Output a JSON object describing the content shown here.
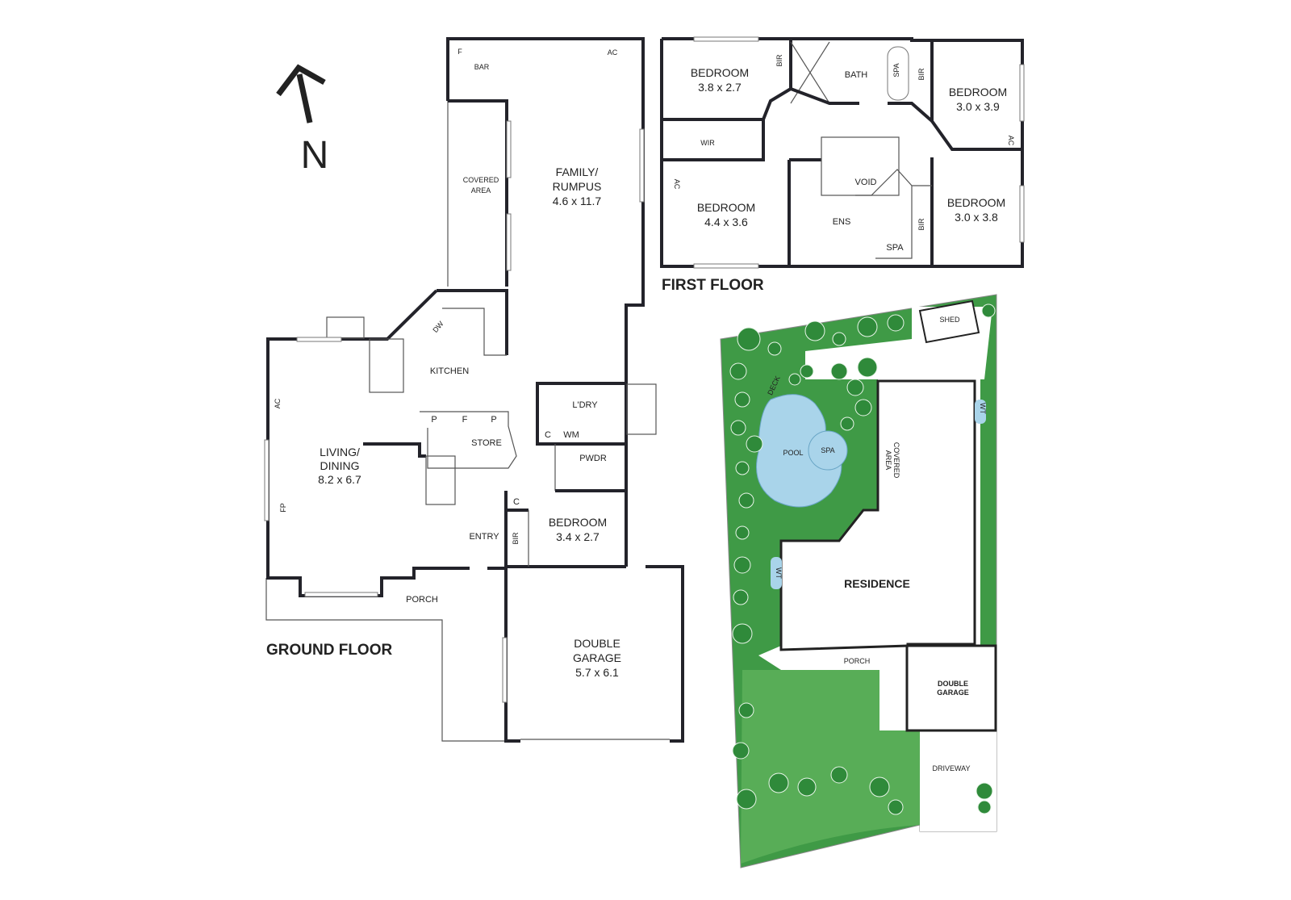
{
  "compass": {
    "label": "N"
  },
  "ground_floor": {
    "title": "GROUND FLOOR",
    "labels": {
      "fridge": "F",
      "bar": "BAR",
      "ac_family": "AC",
      "covered_area_1": "COVERED",
      "covered_area_2": "AREA",
      "family_1": "FAMILY/",
      "family_2": "RUMPUS",
      "family_size": "4.6 x 11.7",
      "dw": "DW",
      "kitchen": "KITCHEN",
      "ac_living": "AC",
      "living_1": "LIVING/",
      "living_2": "DINING",
      "living_size": "8.2 x 6.7",
      "fp": "FP",
      "pantry_1": "P",
      "pantry_f": "F",
      "pantry_2": "P",
      "store": "STORE",
      "laundry": "L'DRY",
      "c_laundry": "C",
      "wm": "WM",
      "pwdr": "PWDR",
      "c_bed": "C",
      "bedroom": "BEDROOM",
      "bedroom_size": "3.4 x 2.7",
      "bir": "BIR",
      "entry": "ENTRY",
      "porch": "PORCH",
      "garage_1": "DOUBLE",
      "garage_2": "GARAGE",
      "garage_size": "5.7 x 6.1"
    }
  },
  "first_floor": {
    "title": "FIRST FLOOR",
    "labels": {
      "bed1": "BEDROOM",
      "bed1_size": "3.8 x 2.7",
      "bir1": "BIR",
      "bath": "BATH",
      "spa1": "SPA",
      "bir2": "BIR",
      "bed2": "BEDROOM",
      "bed2_size": "3.0 x 3.9",
      "ac1": "AC",
      "wir": "WIR",
      "ac2": "AC",
      "bed3": "BEDROOM",
      "bed3_size": "4.4 x 3.6",
      "void": "VOID",
      "ens": "ENS",
      "spa2": "SPA",
      "bir3": "BIR",
      "bed4": "BEDROOM",
      "bed4_size": "3.0 x 3.8"
    }
  },
  "site_plan": {
    "labels": {
      "shed": "SHED",
      "deck": "DECK",
      "pool": "POOL",
      "spa": "SPA",
      "covered_1": "COVERED",
      "covered_2": "AREA",
      "wt1": "WT",
      "wt2": "WT",
      "residence": "RESIDENCE",
      "porch": "PORCH",
      "garage_1": "DOUBLE",
      "garage_2": "GARAGE",
      "driveway": "DRIVEWAY"
    },
    "colors": {
      "lawn": "#3f9a46",
      "lawn_light": "#58ad57",
      "pool": "#a9d4ea"
    }
  }
}
